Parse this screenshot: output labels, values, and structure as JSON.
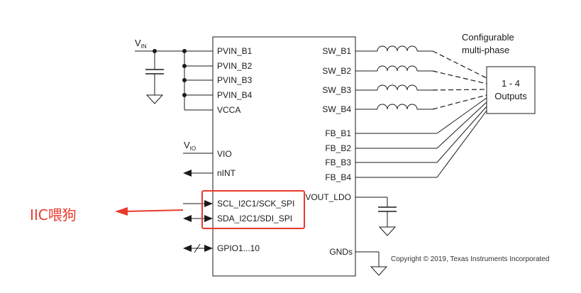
{
  "supply_labels": {
    "vin_main": "V",
    "vin_sub": "IN",
    "vio_main": "V",
    "vio_sub": "IO"
  },
  "left_pins": [
    "PVIN_B1",
    "PVIN_B2",
    "PVIN_B3",
    "PVIN_B4",
    "VCCA",
    "VIO",
    "nINT",
    "SCL_I2C1/SCK_SPI",
    "SDA_I2C1/SDI_SPI",
    "GPIO1...10"
  ],
  "right_pins": [
    "SW_B1",
    "SW_B2",
    "SW_B3",
    "SW_B4",
    "FB_B1",
    "FB_B2",
    "FB_B3",
    "FB_B4",
    "VOUT_LDO",
    "GNDs"
  ],
  "output_box": {
    "line1": "1 - 4",
    "line2": "Outputs"
  },
  "note": {
    "line1": "Configurable",
    "line2": "multi-phase"
  },
  "copyright": "Copyright © 2019, Texas Instruments Incorporated",
  "annotation": {
    "label": "IIC喂狗",
    "color": "#e83a2c"
  }
}
